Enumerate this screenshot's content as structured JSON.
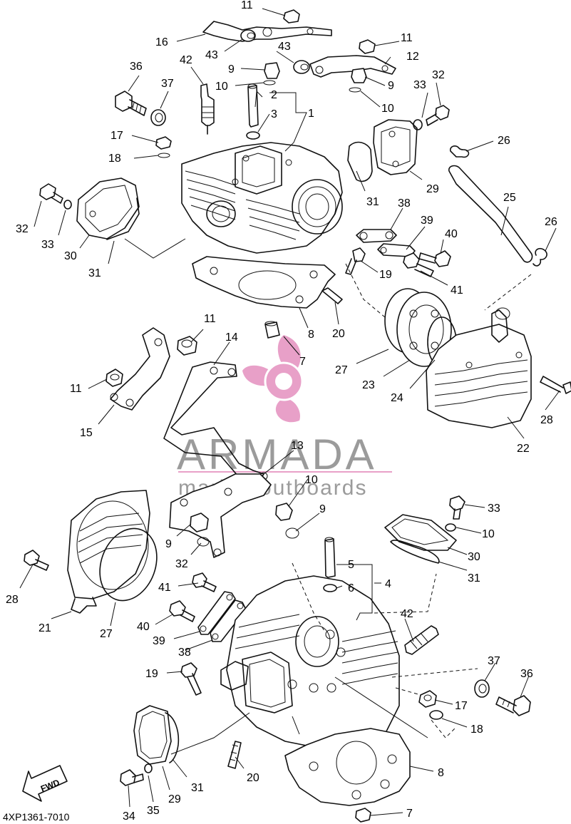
{
  "diagram": {
    "figure_code": "4XP1361-7010",
    "fwd_label": "FWD",
    "watermark": {
      "brand": "ARMADA",
      "tagline": "marine outboards",
      "accent_color": "#e8a0c8",
      "text_color": "#8a8a8a"
    },
    "callouts": [
      {
        "id": "c11a",
        "label": "11"
      },
      {
        "id": "c16",
        "label": "16"
      },
      {
        "id": "c43a",
        "label": "43"
      },
      {
        "id": "c43b",
        "label": "43"
      },
      {
        "id": "c11b",
        "label": "11"
      },
      {
        "id": "c12",
        "label": "12"
      },
      {
        "id": "c9a",
        "label": "9"
      },
      {
        "id": "c9b",
        "label": "9"
      },
      {
        "id": "c10a",
        "label": "10"
      },
      {
        "id": "c10b",
        "label": "10"
      },
      {
        "id": "c36a",
        "label": "36"
      },
      {
        "id": "c42a",
        "label": "42"
      },
      {
        "id": "c37a",
        "label": "37"
      },
      {
        "id": "c2",
        "label": "2"
      },
      {
        "id": "c1",
        "label": "1"
      },
      {
        "id": "c3",
        "label": "3"
      },
      {
        "id": "c33a",
        "label": "33"
      },
      {
        "id": "c32a",
        "label": "32"
      },
      {
        "id": "c17a",
        "label": "17"
      },
      {
        "id": "c18a",
        "label": "18"
      },
      {
        "id": "c26a",
        "label": "26"
      },
      {
        "id": "c29a",
        "label": "29"
      },
      {
        "id": "c25",
        "label": "25"
      },
      {
        "id": "c31a",
        "label": "31"
      },
      {
        "id": "c26b",
        "label": "26"
      },
      {
        "id": "c32b",
        "label": "32"
      },
      {
        "id": "c33b",
        "label": "33"
      },
      {
        "id": "c38a",
        "label": "38"
      },
      {
        "id": "c39a",
        "label": "39"
      },
      {
        "id": "c40a",
        "label": "40"
      },
      {
        "id": "c30a",
        "label": "30"
      },
      {
        "id": "c31b",
        "label": "31"
      },
      {
        "id": "c19a",
        "label": "19"
      },
      {
        "id": "c41a",
        "label": "41"
      },
      {
        "id": "c20a",
        "label": "20"
      },
      {
        "id": "c8a",
        "label": "8"
      },
      {
        "id": "c11c",
        "label": "11"
      },
      {
        "id": "c14",
        "label": "14"
      },
      {
        "id": "c7a",
        "label": "7"
      },
      {
        "id": "c27a",
        "label": "27"
      },
      {
        "id": "c23",
        "label": "23"
      },
      {
        "id": "c24",
        "label": "24"
      },
      {
        "id": "c11d",
        "label": "11"
      },
      {
        "id": "c15",
        "label": "15"
      },
      {
        "id": "c28a",
        "label": "28"
      },
      {
        "id": "c22",
        "label": "22"
      },
      {
        "id": "c13",
        "label": "13"
      },
      {
        "id": "c9c",
        "label": "9"
      },
      {
        "id": "c10c",
        "label": "10"
      },
      {
        "id": "c32c",
        "label": "32"
      },
      {
        "id": "c9d",
        "label": "9"
      },
      {
        "id": "c33c",
        "label": "33"
      },
      {
        "id": "c10d",
        "label": "10"
      },
      {
        "id": "c30b",
        "label": "30"
      },
      {
        "id": "c5",
        "label": "5"
      },
      {
        "id": "c31c",
        "label": "31"
      },
      {
        "id": "c28b",
        "label": "28"
      },
      {
        "id": "c41b",
        "label": "41"
      },
      {
        "id": "c6",
        "label": "6"
      },
      {
        "id": "c4",
        "label": "4"
      },
      {
        "id": "c21",
        "label": "21"
      },
      {
        "id": "c27b",
        "label": "27"
      },
      {
        "id": "c40b",
        "label": "40"
      },
      {
        "id": "c42b",
        "label": "42"
      },
      {
        "id": "c39b",
        "label": "39"
      },
      {
        "id": "c38b",
        "label": "38"
      },
      {
        "id": "c37b",
        "label": "37"
      },
      {
        "id": "c36b",
        "label": "36"
      },
      {
        "id": "c19b",
        "label": "19"
      },
      {
        "id": "c17b",
        "label": "17"
      },
      {
        "id": "c18b",
        "label": "18"
      },
      {
        "id": "c20b",
        "label": "20"
      },
      {
        "id": "c8b",
        "label": "8"
      },
      {
        "id": "c31d",
        "label": "31"
      },
      {
        "id": "c29b",
        "label": "29"
      },
      {
        "id": "c34",
        "label": "34"
      },
      {
        "id": "c35",
        "label": "35"
      },
      {
        "id": "c7b",
        "label": "7"
      }
    ]
  }
}
